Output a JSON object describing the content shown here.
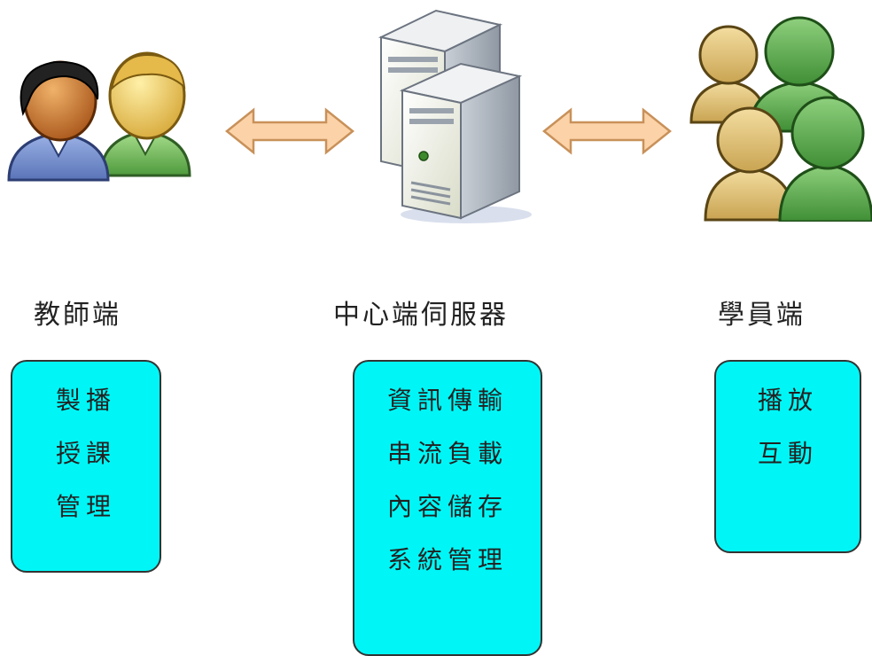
{
  "nodes": {
    "teacher": {
      "label": "教師端",
      "functions": [
        "製播",
        "授課",
        "管理"
      ]
    },
    "server": {
      "label": "中心端伺服器",
      "functions": [
        "資訊傳輸",
        "串流負載",
        "內容儲存",
        "系統管理"
      ]
    },
    "student": {
      "label": "學員端",
      "functions": [
        "播放",
        "互動"
      ]
    }
  },
  "colors": {
    "box_fill": "#00f6f6",
    "arrow_fill": "#fcd3a8",
    "arrow_stroke": "#c8915a"
  },
  "icons": {
    "teacher": "two-people-icon",
    "server": "servers-icon",
    "student": "group-people-icon",
    "connector": "double-arrow-icon"
  }
}
